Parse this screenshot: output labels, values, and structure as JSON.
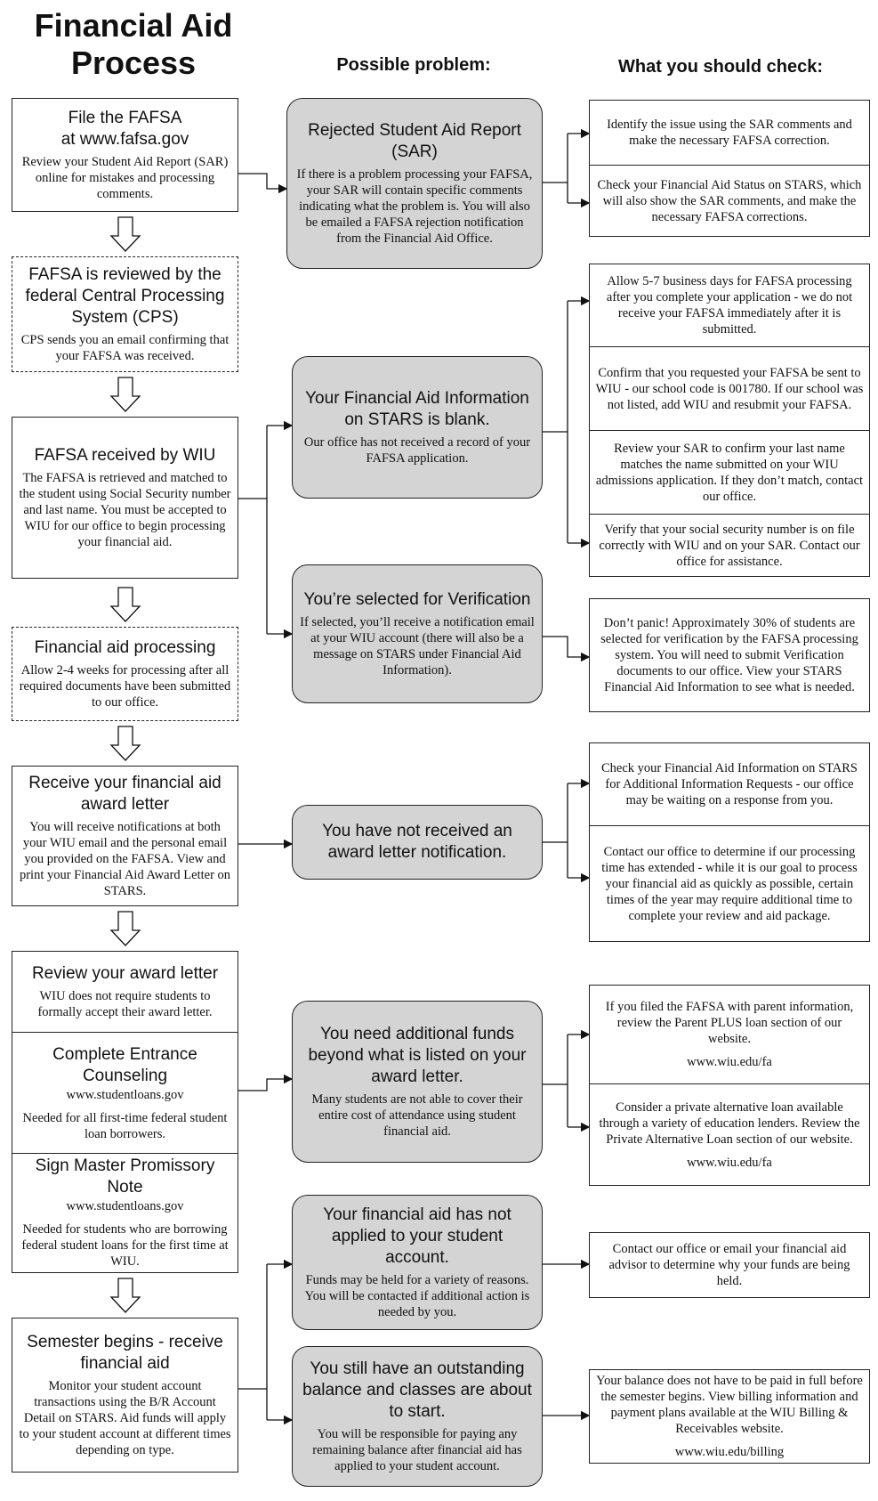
{
  "title": [
    "Financial Aid",
    "Process"
  ],
  "col_heads": {
    "problem": "Possible problem:",
    "check": "What you should check:"
  },
  "steps": {
    "file": {
      "h1": "File the FAFSA",
      "h2": "at www.fafsa.gov",
      "body": "Review your Student Aid Report (SAR) online for mistakes and processing comments."
    },
    "reviewed": {
      "h": "FAFSA is reviewed by the federal Central Processing System (CPS)",
      "body": "CPS sends you an email confirming that your FAFSA was received."
    },
    "received": {
      "h": "FAFSA received by WIU",
      "body": "The FAFSA is retrieved and matched to the student using Social Security number and last name. You must be accepted to WIU for our office to begin processing your financial aid."
    },
    "processing": {
      "h": "Financial aid processing",
      "body": "Allow 2-4 weeks for processing after all required documents have been submitted to our office."
    },
    "award": {
      "h": "Receive your financial aid award letter",
      "body": "You will receive notifications at both your WIU email and the personal email you provided on the FAFSA. View and print your Financial Aid Award Letter on STARS."
    },
    "review_letter": {
      "h": "Review your award letter",
      "body": "WIU does not require students to formally accept their award letter."
    },
    "entrance": {
      "h": "Complete Entrance Counseling",
      "url": "www.studentloans.gov",
      "body": "Needed for all first-time federal student loan borrowers."
    },
    "mpn": {
      "h": "Sign Master Promissory Note",
      "url": "www.studentloans.gov",
      "body": "Needed for students who are borrowing federal student loans for the first time at WIU."
    },
    "semester": {
      "h": "Semester begins - receive financial aid",
      "body": "Monitor your student account transactions using the B/R Account Detail on STARS. Aid funds will apply to your student account at different times depending on type."
    }
  },
  "problems": {
    "sar": {
      "h": "Rejected Student Aid Report (SAR)",
      "body": "If there is a problem processing your FAFSA, your SAR will contain specific comments indicating what the problem is. You will also be emailed a FAFSA rejection notification from the Financial Aid Office."
    },
    "blank": {
      "h": "Your Financial Aid Information on STARS is blank.",
      "body": "Our office has not received a record of your FAFSA application."
    },
    "verification": {
      "h": "You’re selected for Verification",
      "body": "If selected, you’ll receive a notification email at your WIU account (there will also be a message on STARS under Financial Aid Information)."
    },
    "no_award": {
      "h": "You have not received an award letter notification."
    },
    "funds": {
      "h": "You need additional funds beyond what is listed on your award letter.",
      "body": "Many students are not able to cover their entire cost of attendance using student financial aid."
    },
    "not_applied": {
      "h": "Your financial aid has not applied to your student account.",
      "body": "Funds may be held for a variety of reasons. You will be contacted if additional action is needed by you."
    },
    "balance": {
      "h": "You still have an outstanding balance and classes are about to start.",
      "body": "You will be responsible for paying any remaining balance after financial aid has applied to your student account."
    }
  },
  "checks": {
    "sar1": "Identify the issue using the SAR comments and make the necessary FAFSA correction.",
    "sar2": "Check your Financial Aid Status on STARS, which will also show the SAR comments, and make the necessary FAFSA corrections.",
    "blank1": "Allow 5-7 business days for FAFSA processing after you complete your application - we do not receive your FAFSA immediately after it is submitted.",
    "blank2": "Confirm that you requested your FAFSA be sent to WIU - our school code is 001780. If our school was not listed, add WIU and resubmit your FAFSA.",
    "blank3": "Review your SAR to confirm your last name matches the name submitted on your WIU admissions application. If they don’t match, contact our office.",
    "blank4": "Verify that your social security number is on file correctly with WIU and on your SAR. Contact our office for assistance.",
    "verif1": "Don’t panic! Approximately 30% of students are selected for verification by the FAFSA processing system. You will need to submit Verification documents to our office. View your STARS Financial Aid Information to see what is needed.",
    "award1": "Check your Financial Aid Information on STARS for Additional Information Requests - our office may be waiting on a response from you.",
    "award2": "Contact our office to determine if our processing time has extended - while it is our goal to process your financial aid as quickly as possible, certain times of the year may require additional time to complete your review and aid package.",
    "funds1": "If you filed the FAFSA with parent information, review the Parent PLUS loan section of our website.",
    "funds1_url": "www.wiu.edu/fa",
    "funds2": "Consider a private alternative loan available through a variety of education lenders. Review the Private Alternative Loan section of our website.",
    "funds2_url": "www.wiu.edu/fa",
    "applied1": "Contact our office or email your financial aid advisor to determine why your funds are being held.",
    "balance1": "Your balance does not have to be paid in full before the semester begins. View billing information and payment plans available at the WIU Billing & Receivables website.",
    "balance1_url": "www.wiu.edu/billing"
  }
}
